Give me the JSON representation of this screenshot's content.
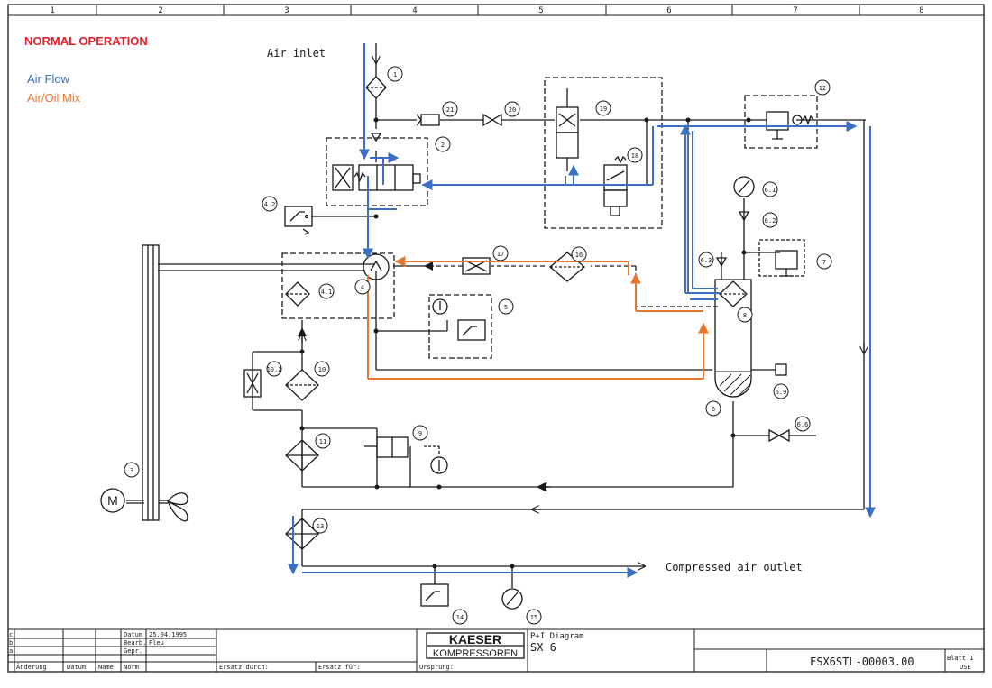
{
  "grid_columns": [
    "1",
    "2",
    "3",
    "4",
    "5",
    "6",
    "7",
    "8"
  ],
  "legend": {
    "title": "NORMAL OPERATION",
    "air_flow": "Air Flow",
    "air_oil_mix": "Air/Oil Mix"
  },
  "labels": {
    "air_inlet": "Air inlet",
    "compressed_air_outlet": "Compressed air outlet"
  },
  "components": {
    "c1": "1",
    "c2": "2",
    "c3": "3",
    "c4": "4",
    "c4_1": "4.1",
    "c4_2": "4.2",
    "c5": "5",
    "c6": "6",
    "c6_1": "6.1",
    "c6_2": "6.2",
    "c6_3": "6.3",
    "c6_6": "6.6",
    "c6_9": "6.9",
    "c7": "7",
    "c8": "8",
    "c9": "9",
    "c10": "10",
    "c10_2": "10.2",
    "c11": "11",
    "c12": "12",
    "c13": "13",
    "c14": "14",
    "c15": "15",
    "c16": "16",
    "c17": "17",
    "c18": "18",
    "c19": "19",
    "c20": "20",
    "c21": "21"
  },
  "motor_symbol": "M",
  "title_block": {
    "rev_rows": [
      "c",
      "b",
      "a"
    ],
    "col_headers": [
      "Änderung",
      "Datum",
      "Name",
      "Norm"
    ],
    "datum_label": "Datum",
    "datum_value": "25.04.1995",
    "bearb_label": "Bearb.",
    "bearb_value": "Pleu",
    "gepr_label": "Gepr.",
    "ersatz_durch": "Ersatz durch:",
    "ersatz_fuer": "Ersatz für:",
    "ursprung": "Ursprung:",
    "logo_top": "KAESER",
    "logo_bottom": "KOMPRESSOREN",
    "diagram_type": "P+I Diagram",
    "model": "SX 6",
    "drawing_number": "FSX6STL-00003.00",
    "blatt_label": "Blatt 1",
    "blatt_value": "USE"
  },
  "colors": {
    "air_flow": "#3a6fc4",
    "air_oil_mix": "#e8772e",
    "title_red": "#e8202a",
    "line": "#1a1a1a"
  }
}
